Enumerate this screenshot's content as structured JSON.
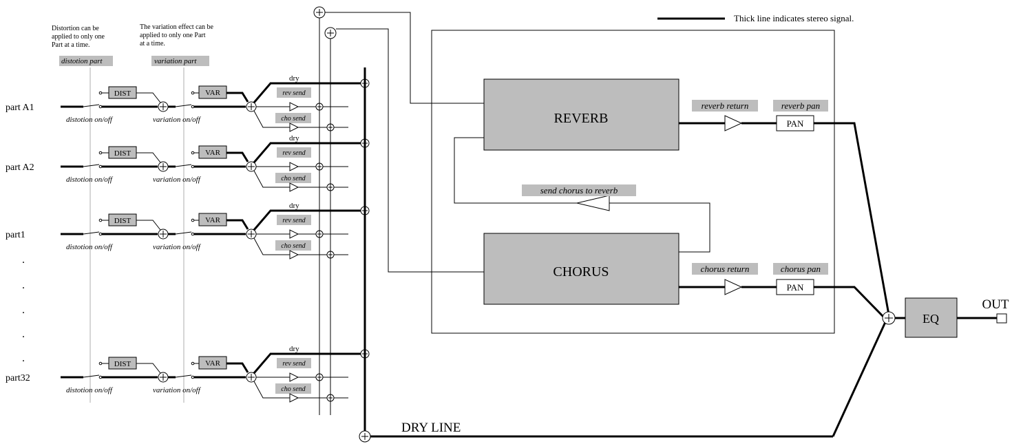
{
  "notes": {
    "distortion": [
      "Distortion can be",
      "applied to only one",
      "Part at a time."
    ],
    "variation": [
      "The variation effect can be",
      "applied to only one Part",
      "at a time."
    ],
    "stereo_legend": "Thick line indicates stereo signal."
  },
  "headers": {
    "distortion_part": "distotion part",
    "variation_part": "variation part"
  },
  "parts": [
    "part A1",
    "part A2",
    "part1",
    "part32"
  ],
  "ellipsis_dot": ".",
  "row_labels": {
    "dist_block": "DIST",
    "var_block": "VAR",
    "distortion_switch": "distotion on/off",
    "variation_switch": "variation on/off",
    "dry": "dry",
    "rev_send": "rev send",
    "cho_send": "cho send"
  },
  "effects": {
    "reverb": "REVERB",
    "chorus": "CHORUS",
    "reverb_return": "reverb return",
    "reverb_pan": "reverb pan",
    "chorus_return": "chorus return",
    "chorus_pan": "chorus pan",
    "pan": "PAN",
    "send_chorus_to_reverb": "send chorus to reverb"
  },
  "output": {
    "eq": "EQ",
    "out": "OUT",
    "dry_line": "DRY LINE"
  }
}
